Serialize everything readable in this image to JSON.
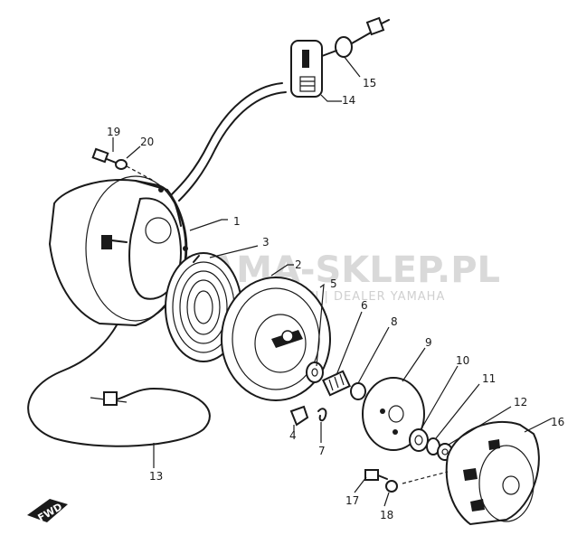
{
  "diagram": {
    "watermark": {
      "site": "YAMA-SKLEP.PL",
      "tagline": "CZĘŚCI | DEALER YAMAHA",
      "accent_color": "#e8b0b0"
    },
    "direction_badge": "FWD",
    "callouts": [
      {
        "id": "1",
        "label": "1"
      },
      {
        "id": "2",
        "label": "2"
      },
      {
        "id": "3",
        "label": "3"
      },
      {
        "id": "4",
        "label": "4"
      },
      {
        "id": "5",
        "label": "5"
      },
      {
        "id": "6",
        "label": "6"
      },
      {
        "id": "7",
        "label": "7"
      },
      {
        "id": "8",
        "label": "8"
      },
      {
        "id": "9",
        "label": "9"
      },
      {
        "id": "10",
        "label": "10"
      },
      {
        "id": "11",
        "label": "11"
      },
      {
        "id": "12",
        "label": "12"
      },
      {
        "id": "13",
        "label": "13"
      },
      {
        "id": "14",
        "label": "14"
      },
      {
        "id": "15",
        "label": "15"
      },
      {
        "id": "16",
        "label": "16"
      },
      {
        "id": "17",
        "label": "17"
      },
      {
        "id": "18",
        "label": "18"
      },
      {
        "id": "19",
        "label": "19"
      },
      {
        "id": "20",
        "label": "20"
      }
    ]
  }
}
